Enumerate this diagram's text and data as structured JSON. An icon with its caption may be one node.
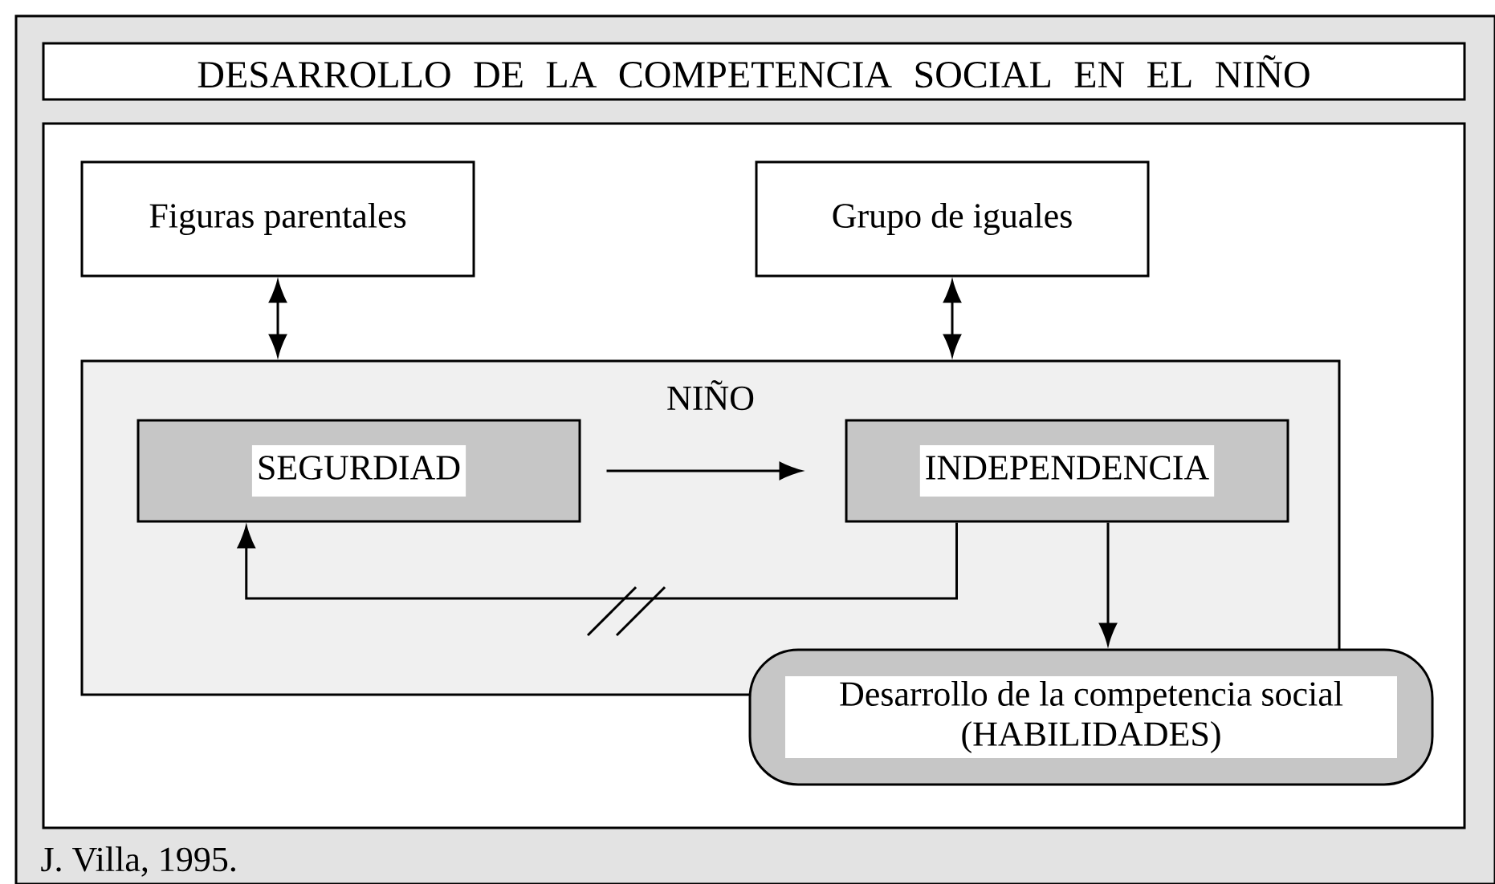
{
  "diagram": {
    "title": "DESARROLLO DE LA COMPETENCIA SOCIAL EN EL NIÑO",
    "nodes": [
      {
        "text": [
          "Figuras parentales"
        ]
      },
      {
        "text": [
          "Grupo de iguales"
        ]
      },
      {
        "text": [
          "NIÑO"
        ]
      },
      {
        "text": [
          "SEGURDIAD"
        ],
        "in": 2
      },
      {
        "text": [
          "INDEPENDENCIA"
        ],
        "in": 2
      },
      {
        "text": [
          "Desarrollo de la competencia social (HABILIDADES)"
        ]
      }
    ],
    "edges": [
      {
        "from": 0,
        "to": 2,
        "arrow": "both"
      },
      {
        "from": 1,
        "to": 2,
        "arrow": "both"
      },
      {
        "from": 3,
        "to": 4,
        "arrow": "to"
      },
      {
        "from": 4,
        "to": 3,
        "arrow": "to"
      },
      {
        "from": 4,
        "to": 5,
        "arrow": "to"
      }
    ],
    "labels": [
      "J. Villa, 1995."
    ]
  }
}
